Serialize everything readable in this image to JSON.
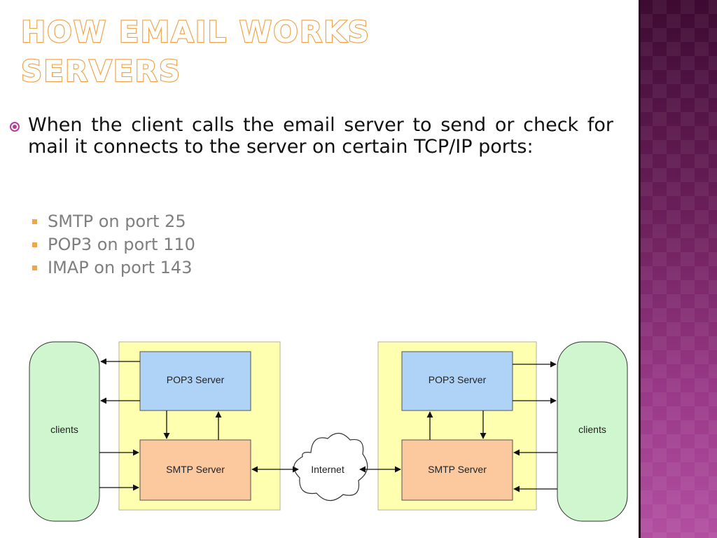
{
  "title": {
    "line1": "HOW EMAIL WORKS",
    "line2": "SERVERS"
  },
  "main_bullet": "When the client calls the email server to send or check for mail it connects to the server on certain TCP/IP ports:",
  "ports": [
    "SMTP on port 25",
    "POP3 on port 110",
    "IMAP on port 143"
  ],
  "diagram": {
    "left_clients": "clients",
    "left_pop3": "POP3 Server",
    "left_smtp": "SMTP Server",
    "internet": "Internet",
    "right_pop3": "POP3 Server",
    "right_smtp": "SMTP Server",
    "right_clients": "clients"
  },
  "colors": {
    "title_outline": "#f0a54c",
    "bullet": "#b33c9c",
    "sub_bullet": "#f0a54c",
    "server_zone": "#ffffb0",
    "pop3_box": "#aed3f7",
    "smtp_box": "#fcc89e",
    "clients_box": "#cff6cf"
  }
}
